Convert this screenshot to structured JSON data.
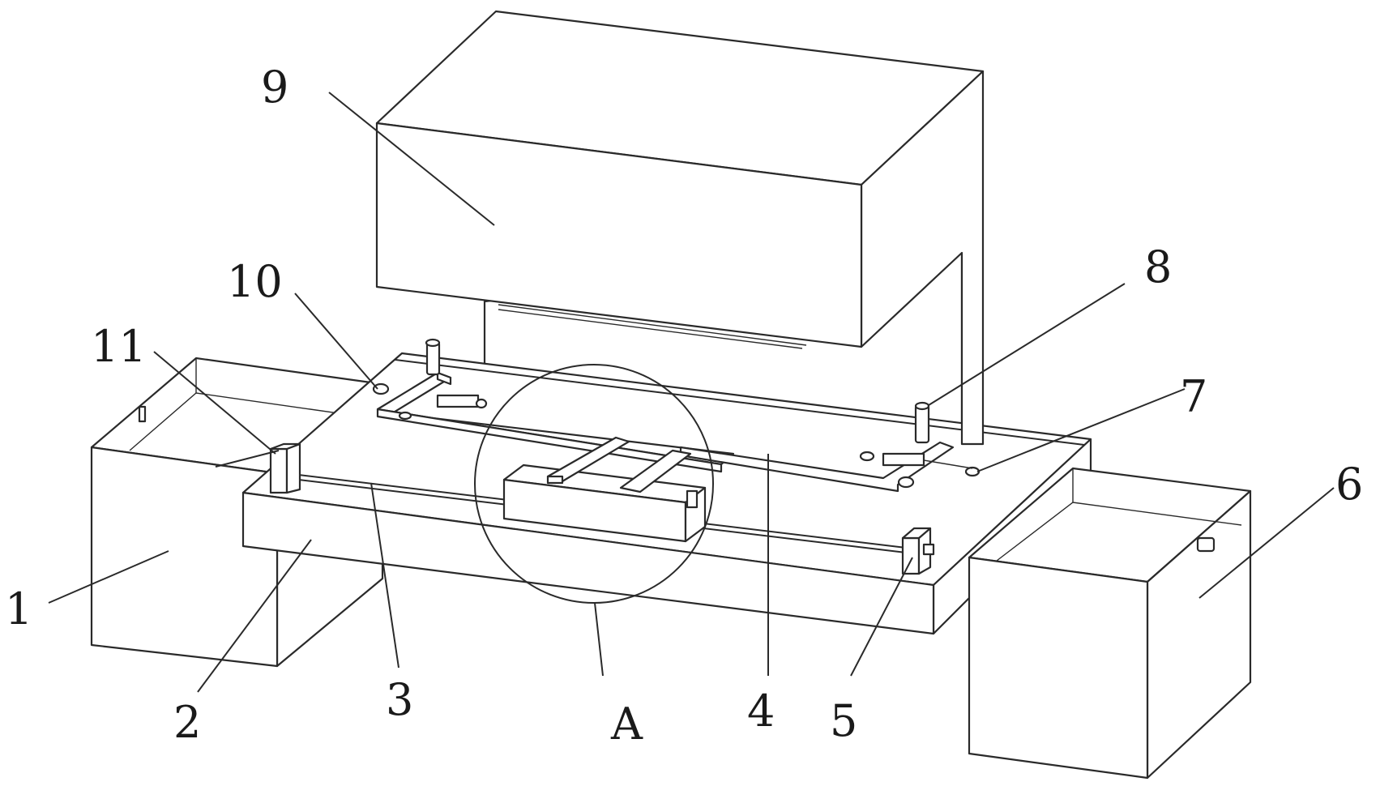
{
  "labels": {
    "l1": "1",
    "l2": "2",
    "l3": "3",
    "l4": "4",
    "l5": "5",
    "l6": "6",
    "l7": "7",
    "l8": "8",
    "l9": "9",
    "l10": "10",
    "l11": "11",
    "lA": "A"
  },
  "colors": {
    "line": "#2a2a2a",
    "background": "#ffffff"
  }
}
